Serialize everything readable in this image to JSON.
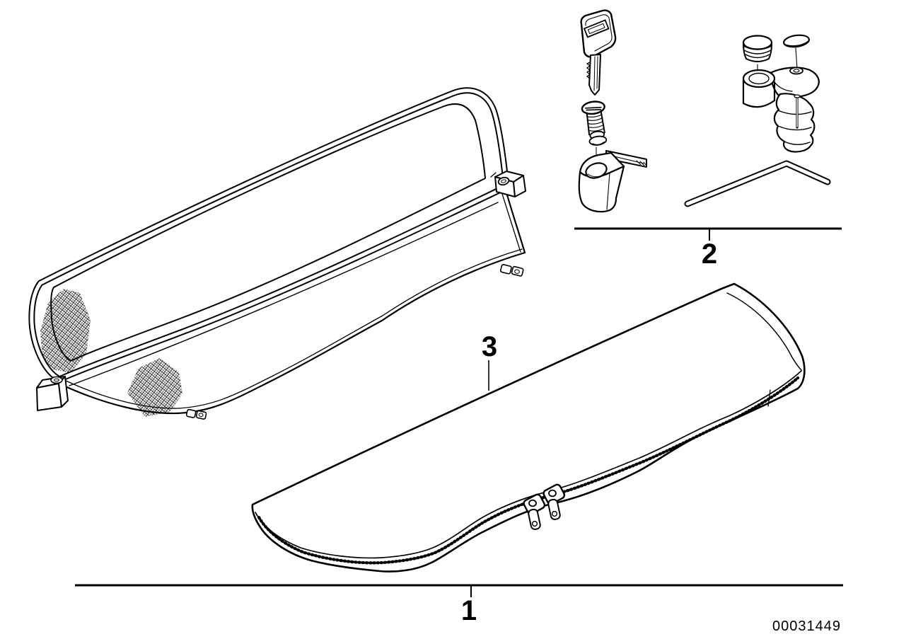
{
  "figure": {
    "background": "#ffffff",
    "ink": "#000000",
    "drawing_number": "00031449",
    "callouts": [
      {
        "label": "1"
      },
      {
        "label": "2"
      },
      {
        "label": "3"
      }
    ],
    "parts": {
      "item1": "wind-deflector-with-net",
      "item2": "mounting-kit-key-lock-clamp-allen-wrench",
      "item3": "storage-bag-with-zipper"
    }
  }
}
